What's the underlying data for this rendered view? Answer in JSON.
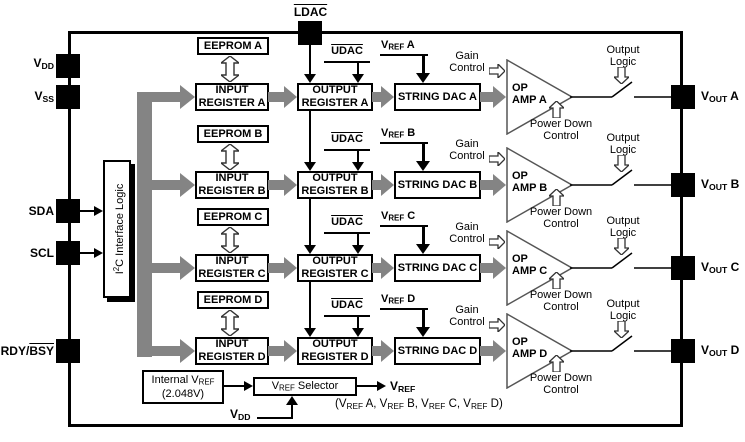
{
  "pins": {
    "vdd": [
      {
        "t": "V"
      },
      {
        "t": "DD",
        "sub": true
      }
    ],
    "vss": [
      {
        "t": "V"
      },
      {
        "t": "SS",
        "sub": true
      }
    ],
    "sda": "SDA",
    "scl": "SCL",
    "rdy_bsy": [
      {
        "t": "RDY/"
      },
      {
        "t": "BSY",
        "over": true
      }
    ],
    "ldac": [
      {
        "t": "LDAC",
        "over": true
      }
    ]
  },
  "i2c_label": [
    {
      "t": "I"
    },
    {
      "t": "2",
      "sup": true
    },
    {
      "t": "C Interface Logic"
    }
  ],
  "channels": [
    {
      "eeprom": "EEPROM A",
      "input_line1": "INPUT",
      "input_line2": "REGISTER A",
      "udac": [
        {
          "t": "UDAC",
          "over": true
        }
      ],
      "output_line1": "OUTPUT",
      "output_line2": "REGISTER A",
      "vref": [
        {
          "t": "V"
        },
        {
          "t": "REF",
          "sub": true
        },
        {
          "t": " A"
        }
      ],
      "string_dac": "STRING DAC A",
      "gain_line1": "Gain",
      "gain_line2": "Control",
      "opamp_line1": "OP",
      "opamp_line2": "AMP A",
      "pd_line1": "Power Down",
      "pd_line2": "Control",
      "ol_line1": "Output",
      "ol_line2": "Logic",
      "vout": [
        {
          "t": "V"
        },
        {
          "t": "OUT",
          "sub": true
        },
        {
          "t": " A"
        }
      ]
    },
    {
      "eeprom": "EEPROM B",
      "input_line1": "INPUT",
      "input_line2": "REGISTER B",
      "udac": [
        {
          "t": "UDAC",
          "over": true
        }
      ],
      "output_line1": "OUTPUT",
      "output_line2": "REGISTER B",
      "vref": [
        {
          "t": "V"
        },
        {
          "t": "REF",
          "sub": true
        },
        {
          "t": " B"
        }
      ],
      "string_dac": "STRING DAC B",
      "gain_line1": "Gain",
      "gain_line2": "Control",
      "opamp_line1": "OP",
      "opamp_line2": "AMP B",
      "pd_line1": "Power Down",
      "pd_line2": "Control",
      "ol_line1": "Output",
      "ol_line2": "Logic",
      "vout": [
        {
          "t": "V"
        },
        {
          "t": "OUT",
          "sub": true
        },
        {
          "t": " B"
        }
      ]
    },
    {
      "eeprom": "EEPROM C",
      "input_line1": "INPUT",
      "input_line2": "REGISTER C",
      "udac": [
        {
          "t": "UDAC",
          "over": true
        }
      ],
      "output_line1": "OUTPUT",
      "output_line2": "REGISTER C",
      "vref": [
        {
          "t": "V"
        },
        {
          "t": "REF",
          "sub": true
        },
        {
          "t": " C"
        }
      ],
      "string_dac": "STRING DAC C",
      "gain_line1": "Gain",
      "gain_line2": "Control",
      "opamp_line1": "OP",
      "opamp_line2": "AMP C",
      "pd_line1": "Power Down",
      "pd_line2": "Control",
      "ol_line1": "Output",
      "ol_line2": "Logic",
      "vout": [
        {
          "t": "V"
        },
        {
          "t": "OUT",
          "sub": true
        },
        {
          "t": " C"
        }
      ]
    },
    {
      "eeprom": "EEPROM D",
      "input_line1": "INPUT",
      "input_line2": "REGISTER D",
      "udac": [
        {
          "t": "UDAC",
          "over": true
        }
      ],
      "output_line1": "OUTPUT",
      "output_line2": "REGISTER D",
      "vref": [
        {
          "t": "V"
        },
        {
          "t": "REF",
          "sub": true
        },
        {
          "t": " D"
        }
      ],
      "string_dac": "STRING DAC D",
      "gain_line1": "Gain",
      "gain_line2": "Control",
      "opamp_line1": "OP",
      "opamp_line2": "AMP D",
      "pd_line1": "Power Down",
      "pd_line2": "Control",
      "ol_line1": "Output",
      "ol_line2": "Logic",
      "vout": [
        {
          "t": "V"
        },
        {
          "t": "OUT",
          "sub": true
        },
        {
          "t": " D"
        }
      ]
    }
  ],
  "bottom": {
    "internal_vref_line1": [
      {
        "t": "Internal V"
      },
      {
        "t": "REF",
        "sub": true
      }
    ],
    "internal_vref_line2": "(2.048V)",
    "selector": [
      {
        "t": "V"
      },
      {
        "t": "REF",
        "sub": true
      },
      {
        "t": " Selector"
      }
    ],
    "vref_out": [
      {
        "t": "V"
      },
      {
        "t": "REF",
        "sub": true
      }
    ],
    "vref_list": [
      {
        "t": "(V"
      },
      {
        "t": "REF",
        "sub": true
      },
      {
        "t": " A, V"
      },
      {
        "t": "REF",
        "sub": true
      },
      {
        "t": " B, V"
      },
      {
        "t": "REF",
        "sub": true
      },
      {
        "t": " C, V"
      },
      {
        "t": "REF",
        "sub": true
      },
      {
        "t": " D)"
      }
    ],
    "vdd": [
      {
        "t": "V"
      },
      {
        "t": "DD",
        "sub": true
      }
    ]
  },
  "colors": {
    "bus_gray": "#848484",
    "line": "#000000",
    "background": "#ffffff"
  }
}
